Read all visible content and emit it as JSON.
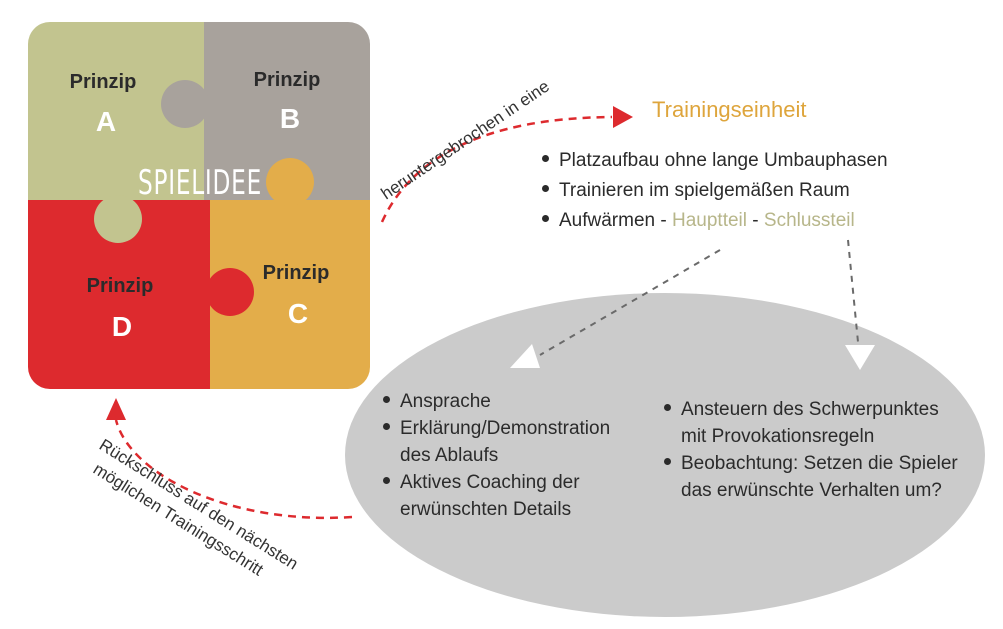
{
  "colors": {
    "green": "#c2c48f",
    "grey": "#a8a29c",
    "red": "#dd2a2e",
    "orange": "#e3ad4a",
    "ellipse": "#cbcbcb",
    "arrow_red": "#dd2a2e",
    "arrow_grey": "#6a6a6a",
    "training": "#dea53c",
    "hauptteil": "#b7b68a",
    "schlussteil": "#b7b68a",
    "text": "#2b2b2b"
  },
  "puzzle": {
    "center_label": "SPIELIDEE",
    "pieces": [
      {
        "word": "Prinzip",
        "letter": "A"
      },
      {
        "word": "Prinzip",
        "letter": "B"
      },
      {
        "word": "Prinzip",
        "letter": "C"
      },
      {
        "word": "Prinzip",
        "letter": "D"
      }
    ]
  },
  "arrow_top_label": "heruntergebrochen in eine",
  "arrow_bottom_label": {
    "line1": "Rückschluss auf den nächsten",
    "line2": "möglichen Trainingsschritt"
  },
  "training": {
    "title": "Trainingseinheit",
    "bullets": [
      "Platzaufbau ohne lange Umbauphasen",
      "Trainieren im spielgemäßen Raum"
    ],
    "phases": {
      "aufwaermen": "Aufwärmen",
      "sep1": " - ",
      "hauptteil": "Hauptteil",
      "sep2": " - ",
      "schlussteil": "Schlussteil"
    }
  },
  "ellipse_left": [
    {
      "line1": "Ansprache",
      "line2": ""
    },
    {
      "line1": "Erklärung/Demonstration",
      "line2": "des Ablaufs"
    },
    {
      "line1": "Aktives Coaching der",
      "line2": "erwünschten Details"
    }
  ],
  "ellipse_right": [
    {
      "line1": "Ansteuern des Schwerpunktes",
      "line2": "mit Provokationsregeln"
    },
    {
      "line1": "Beobachtung: Setzen die Spieler",
      "line2": "das erwünschte Verhalten um?"
    }
  ]
}
